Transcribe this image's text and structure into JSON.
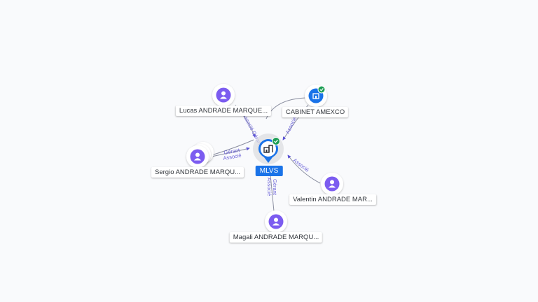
{
  "center": {
    "name": "MLVS",
    "verified": true,
    "icon": "building-icon"
  },
  "persons": [
    {
      "name": "Lucas ANDRADE MARQUE...",
      "icon": "person-icon"
    },
    {
      "name": "Sergio ANDRADE MARQU...",
      "icon": "person-icon"
    },
    {
      "name": "Magali ANDRADE MARQU...",
      "icon": "person-icon"
    },
    {
      "name": "Valentin ANDRADE MAR...",
      "icon": "person-icon"
    }
  ],
  "company": {
    "name": "CABINET AMEXCO",
    "verified": true,
    "icon": "building-icon"
  },
  "edges": {
    "lucas": "Associé Gérant",
    "sergio_1": "Gérant",
    "sergio_2": "Associé",
    "magali_1": "Gérant",
    "magali_2": "Associé",
    "valentin": "Associé",
    "cabinet": "Associé"
  },
  "colors": {
    "person": "#7c5cf0",
    "company": "#1a73e8",
    "verified": "#1e9e55",
    "edge": "#8a8ea0",
    "edge_label": "#6c63d8"
  }
}
